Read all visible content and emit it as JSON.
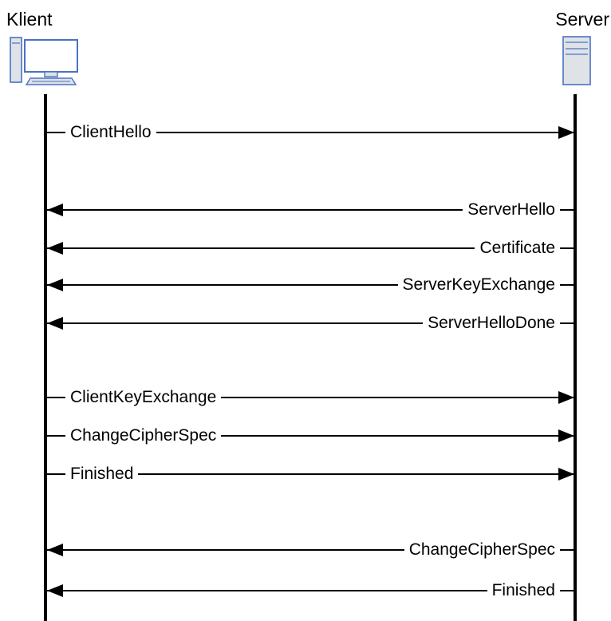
{
  "actors": {
    "client": {
      "label": "Klient",
      "icon": "desktop-computer-icon"
    },
    "server": {
      "label": "Server",
      "icon": "server-tower-icon"
    }
  },
  "colors": {
    "icon_fill": "#dfe2e6",
    "icon_stroke": "#4a72c4",
    "line": "#000000"
  },
  "messages": [
    {
      "label": "ClientHello",
      "direction": "client-to-server"
    },
    {
      "label": "ServerHello",
      "direction": "server-to-client"
    },
    {
      "label": "Certificate",
      "direction": "server-to-client"
    },
    {
      "label": "ServerKeyExchange",
      "direction": "server-to-client"
    },
    {
      "label": "ServerHelloDone",
      "direction": "server-to-client"
    },
    {
      "label": "ClientKeyExchange",
      "direction": "client-to-server"
    },
    {
      "label": "ChangeCipherSpec",
      "direction": "client-to-server"
    },
    {
      "label": "Finished",
      "direction": "client-to-server"
    },
    {
      "label": "ChangeCipherSpec",
      "direction": "server-to-client"
    },
    {
      "label": "Finished",
      "direction": "server-to-client"
    }
  ]
}
